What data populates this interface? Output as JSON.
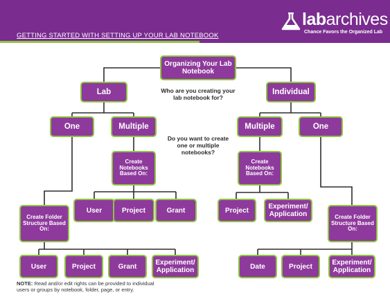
{
  "header": {
    "title": "GETTING STARTED WITH SETTING UP YOUR LAB NOTEBOOK",
    "logo_bold": "lab",
    "logo_regular": "archives",
    "logo_tagline": "Chance Favors the Organized Lab"
  },
  "questions": {
    "who": "Who are you creating your lab notebook for?",
    "how_many": "Do you want to create one or multiple notebooks?"
  },
  "nodes": {
    "root": "Organizing Your Lab Notebook",
    "lab": "Lab",
    "individual": "Individual",
    "lab_one": "One",
    "lab_multiple": "Multiple",
    "ind_multiple": "Multiple",
    "ind_one": "One",
    "lab_create_notebooks": "Create Notebooks Based On:",
    "ind_create_notebooks": "Create Notebooks Based On:",
    "lab_user": "User",
    "lab_project": "Project",
    "lab_grant": "Grant",
    "ind_project": "Project",
    "ind_experiment": "Experiment/ Application",
    "lab_create_folder": "Create Folder Structure Based On:",
    "ind_create_folder": "Create Folder Structure Based On:",
    "bot_user": "User",
    "bot_project": "Project",
    "bot_grant": "Grant",
    "bot_experiment": "Experiment/ Application",
    "bot_date": "Date",
    "bot_project2": "Project",
    "bot_experiment2": "Experiment/ Application"
  },
  "note": {
    "label": "NOTE:",
    "line1": "Read and/or edit rights can be provided to individual",
    "line2": "users or groups by notebook, folder, page, or entry."
  },
  "colors": {
    "header_purple": "#7a2c8f",
    "node_purple": "#8e3a9c",
    "accent_green": "#8dc63f"
  }
}
